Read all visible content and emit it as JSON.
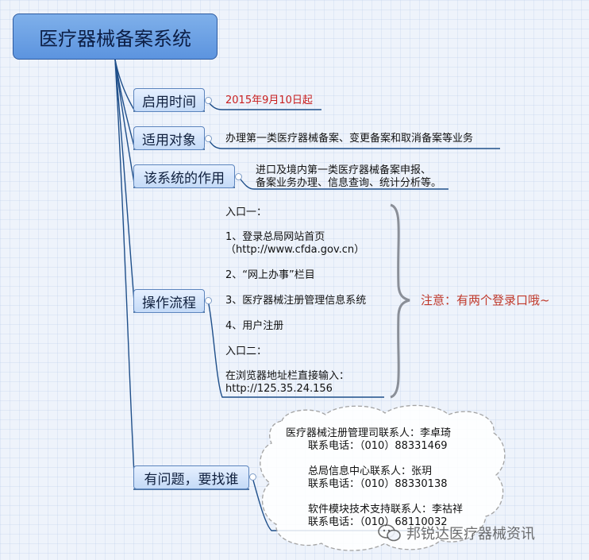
{
  "title": "医疗器械备案系统",
  "branches": [
    {
      "label": "启用时间",
      "detail": "2015年9月10日起"
    },
    {
      "label": "适用对象",
      "detail": "办理第一类医疗器械备案、变更备案和取消备案等业务"
    },
    {
      "label": "该系统的作用",
      "detail_lines": [
        "进口及境内第一类医疗器械备案申报、",
        "备案业务办理、信息查询、统计分析等。"
      ]
    },
    {
      "label": "操作流程",
      "steps": [
        "入口一：",
        "1、登录总局网站首页",
        "（http://www.cfda.gov.cn）",
        "2、“网上办事”栏目",
        "3、医疗器械注册管理信息系统",
        "4、用户注册",
        "入口二：",
        "在浏览器地址栏直接输入：",
        "http://125.35.24.156"
      ],
      "note": "注意：有两个登录口哦~"
    },
    {
      "label": "有问题，要找谁",
      "contacts": [
        "医疗器械注册管理司联系人：李卓琦",
        "联系电话：（010）88331469",
        "总局信息中心联系人：张玥",
        "联系电话：（010）88330138",
        "软件模块技术支持联系人：李祜祥",
        "联系电话：（010）68110032"
      ]
    }
  ],
  "watermark": "邦锐达医疗器械资讯",
  "colors": {
    "root": "#6a9fe4",
    "branch": "#d6e6fb",
    "line": "#1f4f8a",
    "accent_red": "#c81e1e"
  }
}
